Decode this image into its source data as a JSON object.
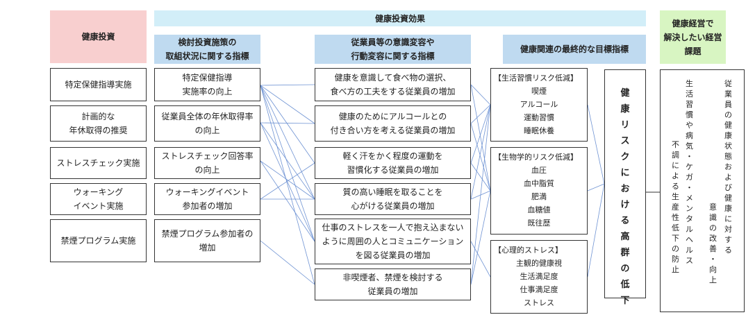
{
  "headers": {
    "investment": "健康投資",
    "effect": "健康投資効果",
    "col2": [
      "検討投資施策の",
      "取組状況に関する指標"
    ],
    "col3": [
      "従業員等の意識変容や",
      "行動変容に関する指標"
    ],
    "col4": "健康関連の最終的な目標指標",
    "goal": [
      "健康経営で",
      "解決したい経営課題"
    ]
  },
  "investments": [
    [
      "特定保健指導実施"
    ],
    [
      "計画的な",
      "年休取得の推奨"
    ],
    [
      "ストレスチェック実施"
    ],
    [
      "ウォーキング",
      "イベント実施"
    ],
    [
      "禁煙プログラム実施"
    ]
  ],
  "indicators": [
    [
      "特定保健指導",
      "実施率の向上"
    ],
    [
      "従業員全体の年休取得率",
      "の向上"
    ],
    [
      "ストレスチェック回答率",
      "の向上"
    ],
    [
      "ウォーキングイベント",
      "参加者の増加"
    ],
    [
      "禁煙プログラム参加者の",
      "増加"
    ]
  ],
  "behaviors": [
    [
      "健康を意識して食べ物の選択、",
      "食べ方の工夫をする従業員の増加"
    ],
    [
      "健康のためにアルコールとの",
      "付き合い方を考える従業員の増加"
    ],
    [
      "軽く汗をかく程度の運動を",
      "習慣化する従業員の増加"
    ],
    [
      "質の高い睡眠を取ることを",
      "心がける従業員の増加"
    ],
    [
      "仕事のストレスを一人で抱え込まない",
      "ように周囲の人とコミュニケーション",
      "を図る従業員の増加"
    ],
    [
      "非喫煙者、禁煙を検討する",
      "従業員の増加"
    ]
  ],
  "targets": [
    {
      "title": "【生活習慣リスク低減】",
      "items": [
        "喫煙",
        "アルコール",
        "運動習慣",
        "睡眠休養"
      ]
    },
    {
      "title": "【生物学的リスク低減】",
      "items": [
        "血圧",
        "血中脂質",
        "肥満",
        "血糖値",
        "既往歴"
      ]
    },
    {
      "title": "【心理的ストレス】",
      "items": [
        "主観的健康視",
        "生活満足度",
        "仕事満足度",
        "ストレス"
      ]
    }
  ],
  "outcome": "健康リスクにおける高群の低下",
  "issues": {
    "col1": "不調による生産性低下の防止",
    "col2": "生活習慣や病気・ケガ・メンタルヘルス",
    "col3": "意識の改善・向上",
    "col4": "従業員の健康状態および健康に対する"
  },
  "colors": {
    "investment_header": "#f8cfcf",
    "effect_header": "#d2eef8",
    "sub_header": "#bfdaf0",
    "goal_header": "#d8f5c2",
    "connector": "#6f93d3"
  }
}
